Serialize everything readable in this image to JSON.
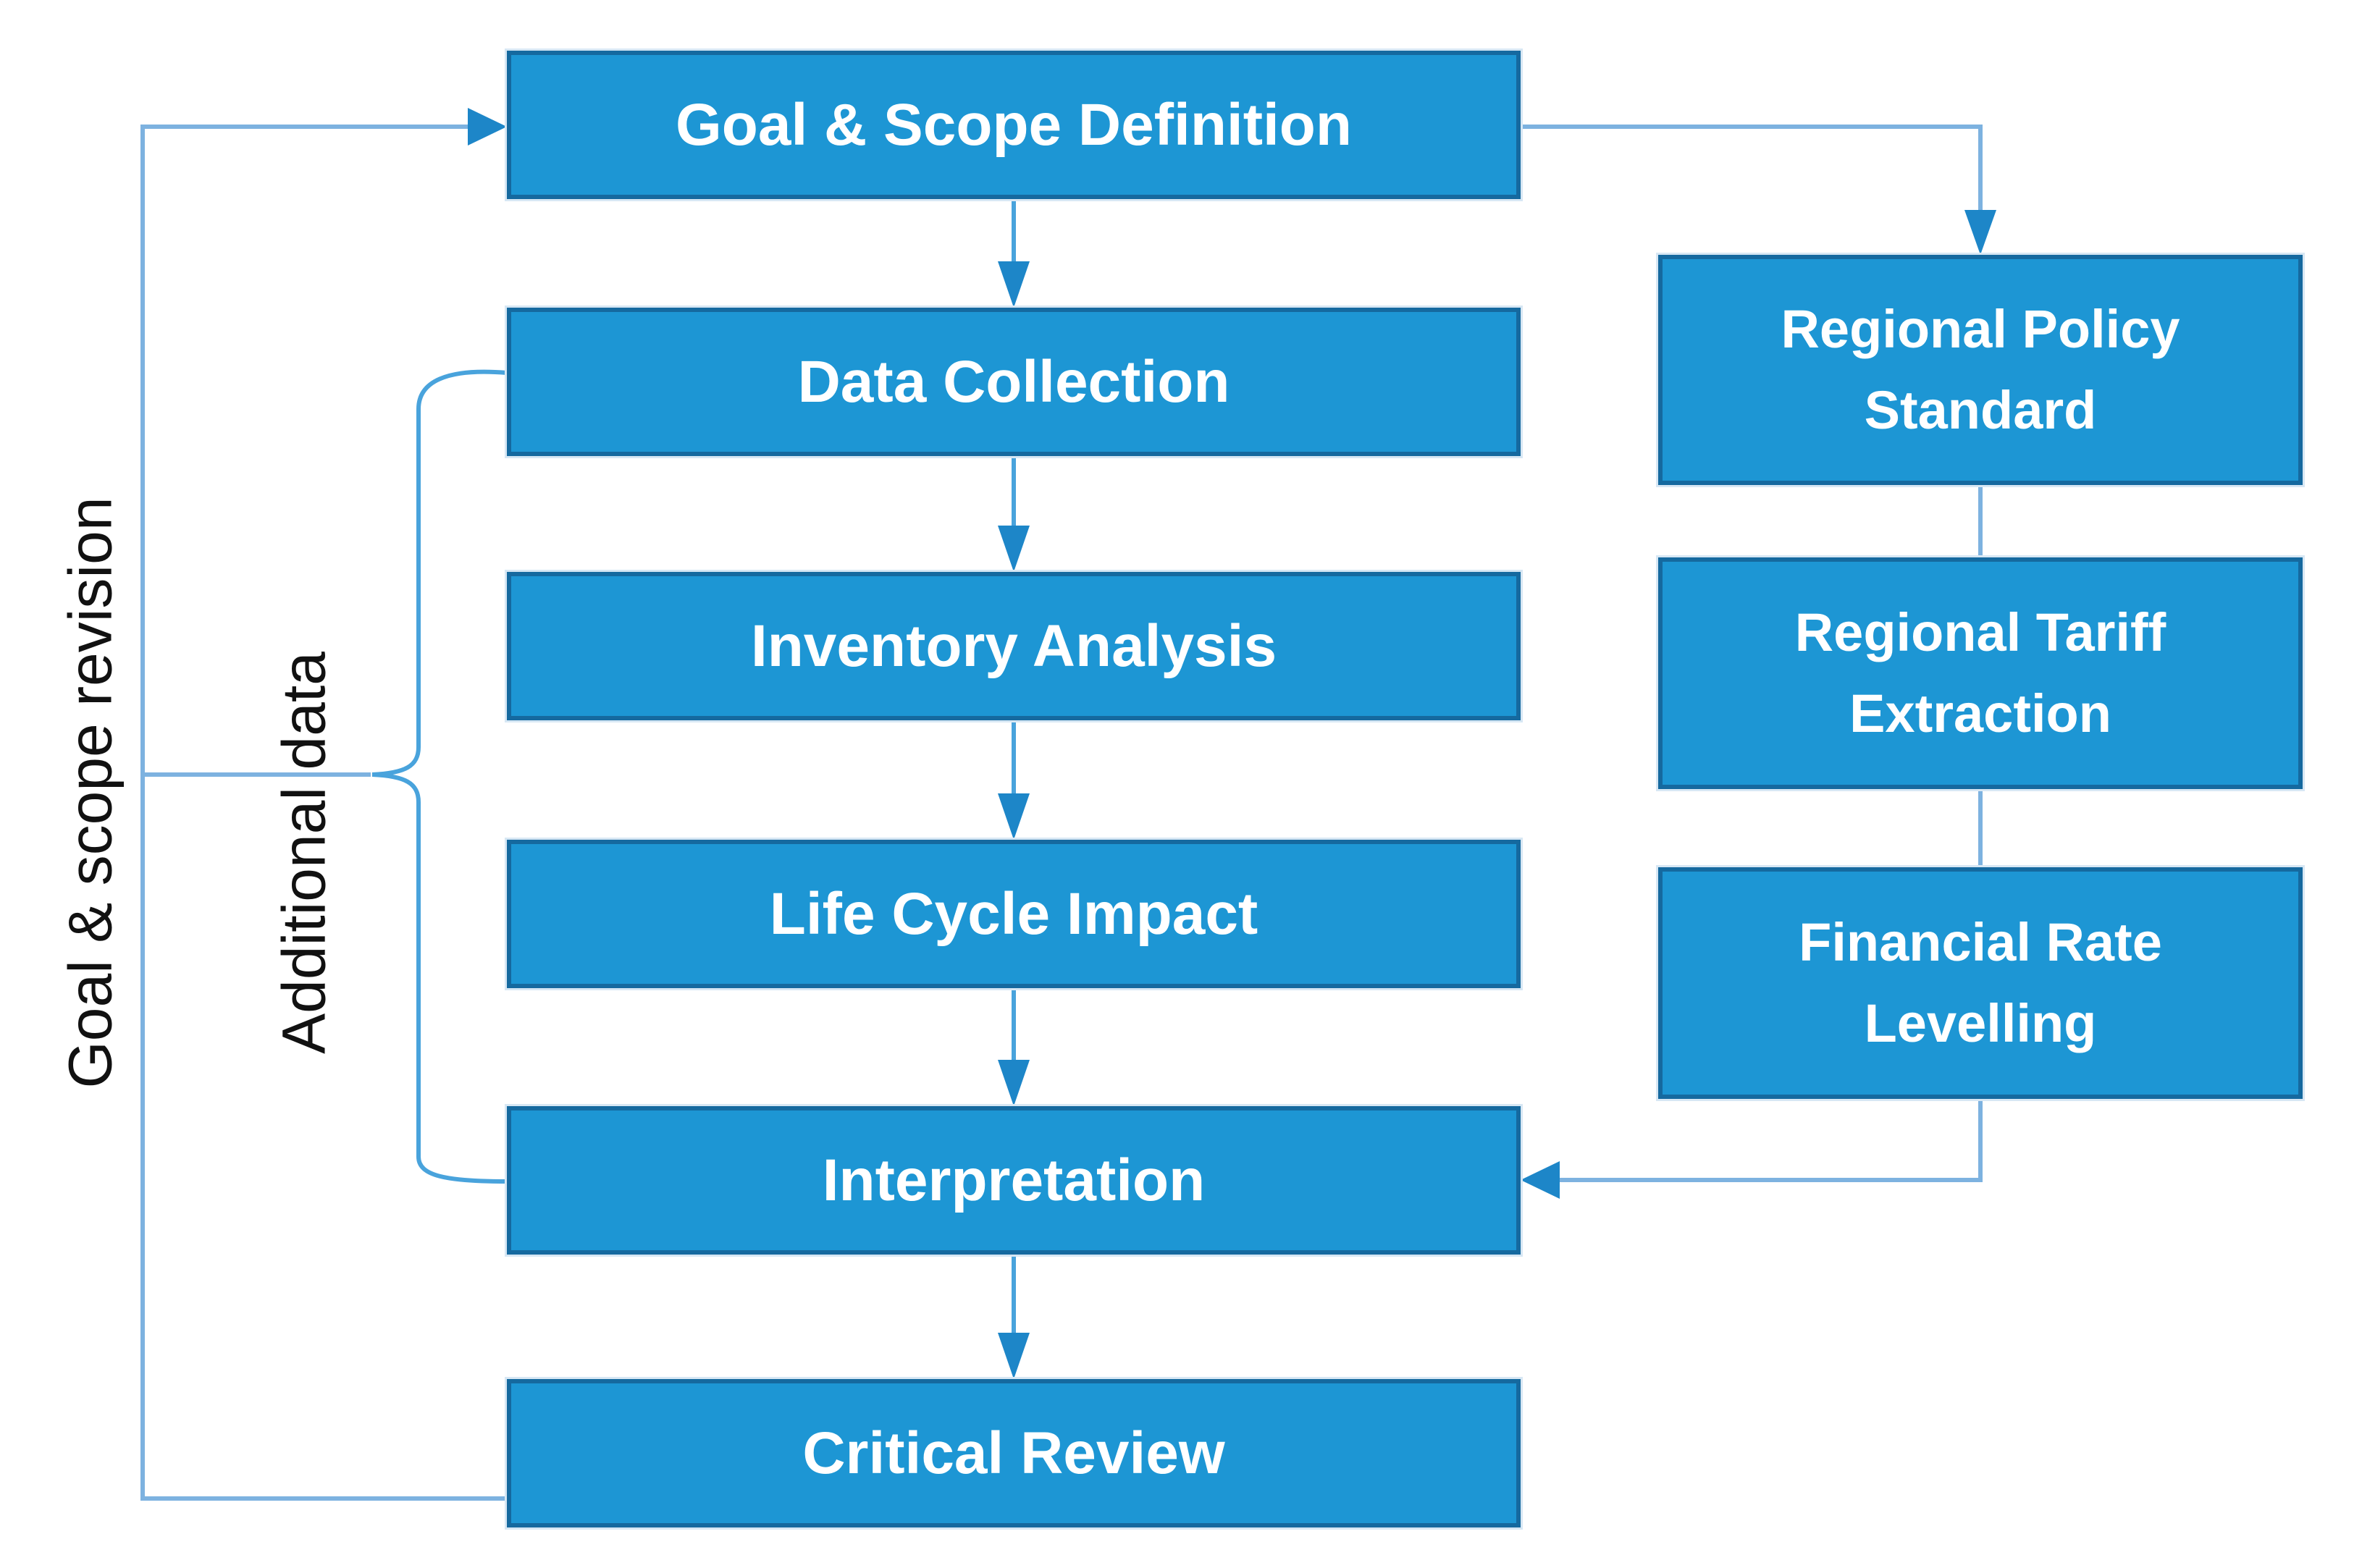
{
  "main_flow": [
    {
      "label": "Goal & Scope Definition"
    },
    {
      "label": "Data Collection"
    },
    {
      "label": "Inventory Analysis"
    },
    {
      "label": "Life Cycle Impact"
    },
    {
      "label": "Interpretation"
    },
    {
      "label": "Critical Review"
    }
  ],
  "side_flow": [
    {
      "label": "Regional Policy Standard"
    },
    {
      "label": "Regional Tariff Extraction"
    },
    {
      "label": "Financial Rate Levelling"
    }
  ],
  "annotations": {
    "revision_loop": "Goal & scope revision",
    "additional_data": "Additional data"
  },
  "colors": {
    "box_fill": "#1d96d4",
    "box_border": "#15699f",
    "connector": "#7db2e0",
    "connector_strong": "#49a3dc",
    "arrowhead": "#1d86c8",
    "label_text": "#ffffff",
    "annotation_text": "#111111",
    "background": "#ffffff"
  }
}
